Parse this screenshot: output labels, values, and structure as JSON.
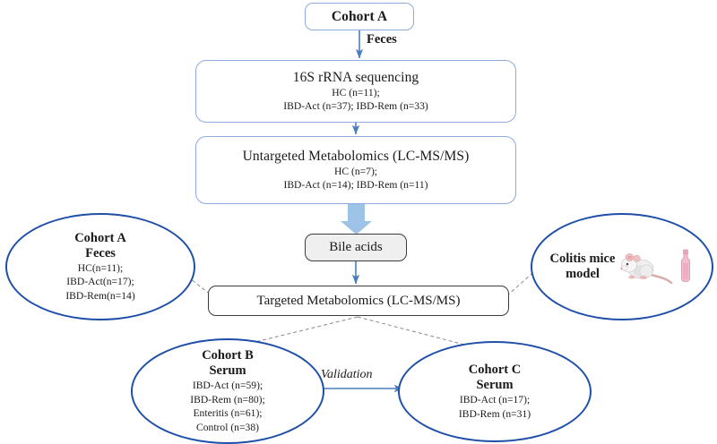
{
  "figure": {
    "type": "study-design-flowchart",
    "colors": {
      "light_box_border": "#8faadc",
      "dark_box_border": "#3c3c3c",
      "ellipse_border": "#1f4fa8",
      "thin_arrow": "#4a7ebb",
      "block_arrow": "#9dc3e6",
      "dashed_connector": "#8b8b8b",
      "bile_box_fill": "#efefef",
      "background": "#ffffff"
    }
  },
  "nodes": {
    "cohort_a": {
      "title": "Cohort A"
    },
    "feces_edge_label": "Feces",
    "rrna": {
      "title": "16S rRNA sequencing",
      "lines": [
        "HC (n=11);",
        "IBD-Act (n=37); IBD-Rem (n=33)"
      ]
    },
    "untargeted": {
      "title": "Untargeted Metabolomics (LC-MS/MS)",
      "lines": [
        "HC (n=7);",
        "IBD-Act (n=14); IBD-Rem (n=11)"
      ]
    },
    "bile_acids": {
      "title": "Bile acids"
    },
    "targeted": {
      "title": "Targeted Metabolomics (LC-MS/MS)"
    },
    "cohort_a_feces": {
      "heading": [
        "Cohort A",
        "Feces"
      ],
      "lines": [
        "HC(n=11);",
        "IBD-Act(n=17);",
        "IBD-Rem(n=14)"
      ]
    },
    "colitis_mice": {
      "heading": [
        "Colitis mice",
        "model"
      ],
      "icons": [
        "mouse-icon",
        "gavage-bottle-icon"
      ]
    },
    "cohort_b_serum": {
      "heading": [
        "Cohort B",
        "Serum"
      ],
      "lines": [
        "IBD-Act (n=59);",
        "IBD-Rem (n=80);",
        "Enteritis (n=61);",
        "Control (n=38)"
      ]
    },
    "cohort_c_serum": {
      "heading": [
        "Cohort C",
        "Serum"
      ],
      "lines": [
        "IBD-Act (n=17);",
        "IBD-Rem (n=31)"
      ]
    },
    "validation_edge_label": "Validation"
  }
}
